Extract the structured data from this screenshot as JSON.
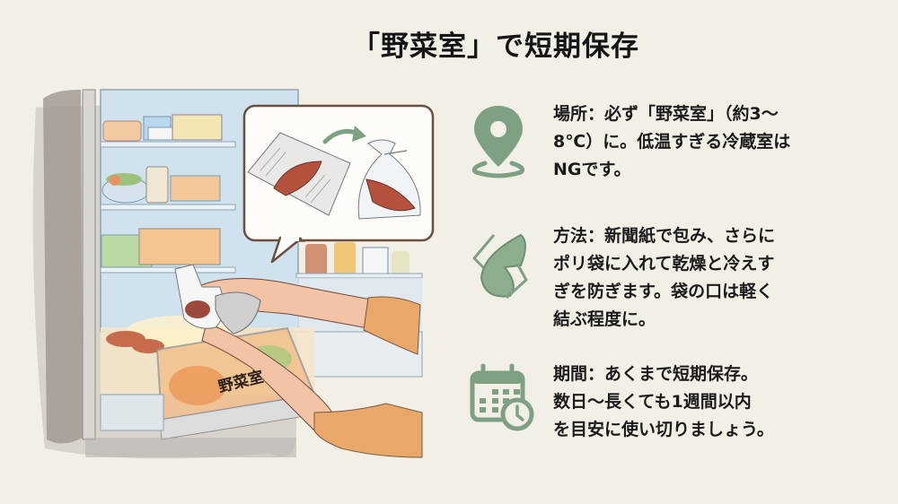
{
  "title": "「野菜室」で短期保存",
  "accent_color": "#7fa183",
  "illustration": {
    "description": "fridge-with-vegetable-drawer-and-sweet-potato-storage",
    "drawer_label": "野菜室",
    "bubble": {
      "left_item": "sweet-potato-wrapped-in-newspaper",
      "arrow": "green-curved-arrow",
      "right_item": "sweet-potato-in-tied-plastic-bag"
    }
  },
  "items": [
    {
      "icon": "location-pin-icon",
      "lines": [
        "場所：必ず「野菜室」（約3〜",
        "8℃）に。低温すぎる冷蔵室は",
        "NGです。"
      ]
    },
    {
      "icon": "wrap-paper-icon",
      "lines": [
        "方法：新聞紙で包み、さらに",
        "ポリ袋に入れて乾燥と冷えす",
        "ぎを防ぎます。袋の口は軽く",
        "結ぶ程度に。"
      ]
    },
    {
      "icon": "calendar-clock-icon",
      "lines": [
        "期間：あくまで短期保存。",
        "数日〜長くても1週間以内",
        "を目安に使い切りましょう。"
      ]
    }
  ]
}
